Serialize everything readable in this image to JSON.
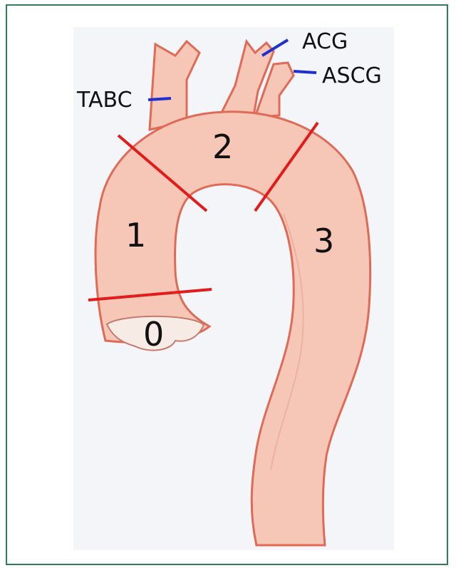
{
  "labels": {
    "left_vessel": "TABC",
    "middle_vessel": "ACG",
    "right_vessel": "ASCG"
  },
  "segments": [
    "0",
    "1",
    "2",
    "3"
  ],
  "colors": {
    "frame": "#2e7d5b",
    "paper": "#f3f5f9",
    "aorta_fill": "#f6c7b6",
    "aorta_edge": "#e06a55",
    "segment_line": "#e21b1b",
    "pointer_line": "#1f2fd0"
  }
}
